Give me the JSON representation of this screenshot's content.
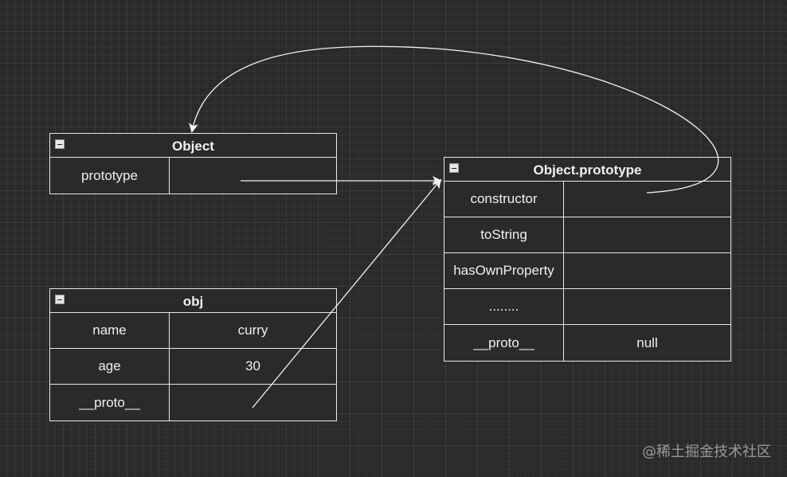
{
  "colors": {
    "background": "#2a2a2a",
    "grid": "#3c3c3c",
    "border": "#e8e8e8",
    "text": "#f0f0f0",
    "arrow": "#f2f2f2"
  },
  "entities": {
    "object": {
      "title": "Object",
      "rows": [
        {
          "key": "prototype",
          "value": ""
        }
      ]
    },
    "object_prototype": {
      "title": "Object.prototype",
      "rows": [
        {
          "key": "constructor",
          "value": ""
        },
        {
          "key": "toString",
          "value": ""
        },
        {
          "key": "hasOwnProperty",
          "value": ""
        },
        {
          "key": "........",
          "value": ""
        },
        {
          "key": "__proto__",
          "value": "null"
        }
      ]
    },
    "obj": {
      "title": "obj",
      "rows": [
        {
          "key": "name",
          "value": "curry"
        },
        {
          "key": "age",
          "value": "30"
        },
        {
          "key": "__proto__",
          "value": ""
        }
      ]
    }
  },
  "watermark": "@稀土掘金技术社区"
}
